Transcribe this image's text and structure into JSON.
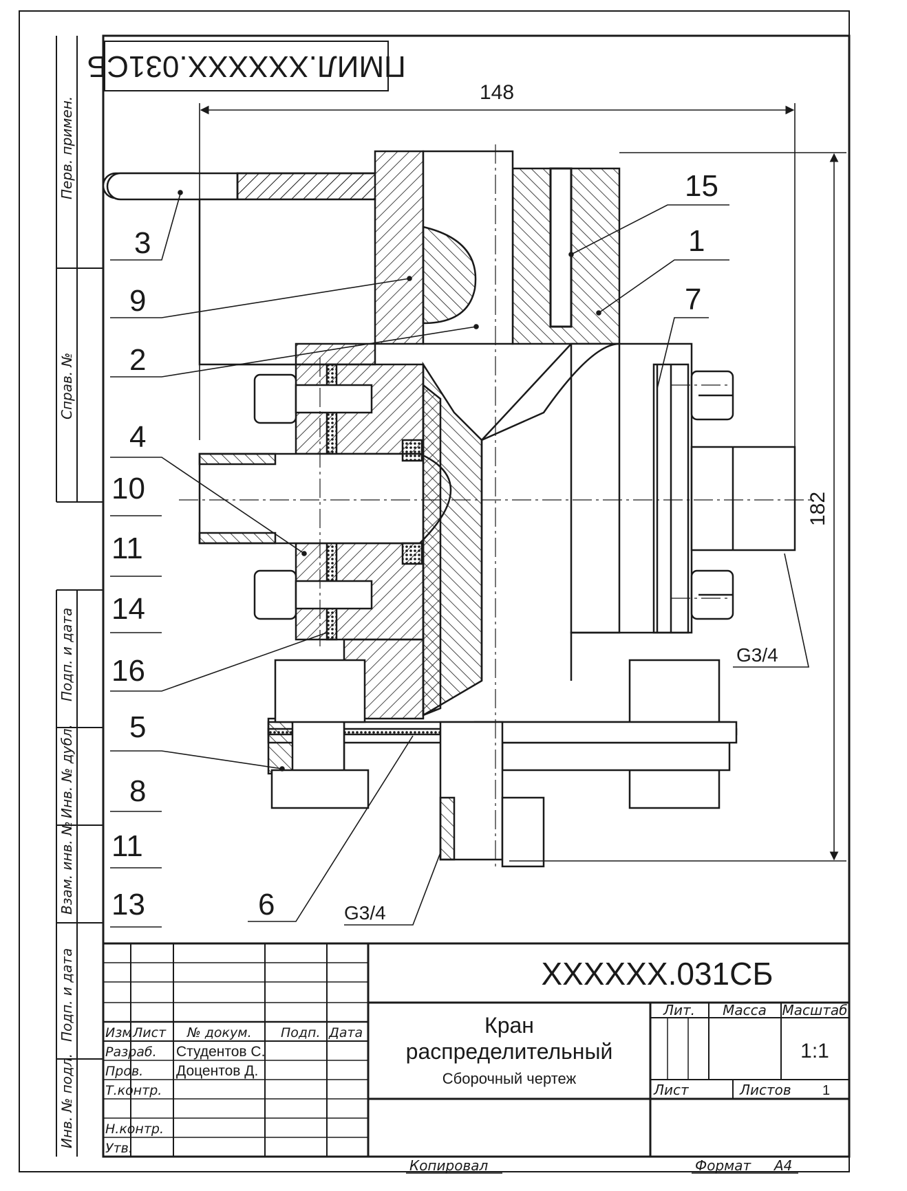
{
  "stamp": {
    "code_rotated": "ПМИЛ.XXXXXX.031СБ"
  },
  "side_strip": {
    "perv_primen": "Перв. примен.",
    "sprav_no": "Справ. №",
    "podp_data_1": "Подп. и дата",
    "inv_dubl": "Инв. № дубл.",
    "vzam_inv": "Взам. инв. №",
    "podp_data_2": "Подп. и дата",
    "inv_podl": "Инв. № подл."
  },
  "dimensions": {
    "width": "148",
    "height": "182",
    "thread_right": "G3/4",
    "thread_bottom": "G3/4"
  },
  "callouts": [
    "3",
    "9",
    "2",
    "4",
    "10",
    "11",
    "14",
    "16",
    "5",
    "8",
    "11",
    "13",
    "6",
    "15",
    "1",
    "7"
  ],
  "title_block": {
    "designation": "XXXXXX.031СБ",
    "name_line1": "Кран",
    "name_line2": "распределительный",
    "doc_type": "Сборочный чертеж",
    "col_izm": "Изм",
    "col_list": "Лист",
    "col_doc": "№ докум.",
    "col_podp": "Подп.",
    "col_data": "Дата",
    "row_razrab": "Разраб.",
    "row_prov": "Пров.",
    "row_tkontr": "Т.контр.",
    "row_nkontr": "Н.контр.",
    "row_utv": "Утв.",
    "razrab_name": "Студентов С.",
    "prov_name": "Доцентов Д.",
    "lit": "Лит.",
    "massa": "Масса",
    "masshtab": "Масштаб",
    "scale_value": "1:1",
    "list_label": "Лист",
    "listov_label": "Листов",
    "listov_value": "1"
  },
  "footer": {
    "kopiroval": "Копировал",
    "format_label": "Формат",
    "format_value": "А4"
  },
  "colors": {
    "ink": "#1a1a1a",
    "paper": "#ffffff"
  }
}
